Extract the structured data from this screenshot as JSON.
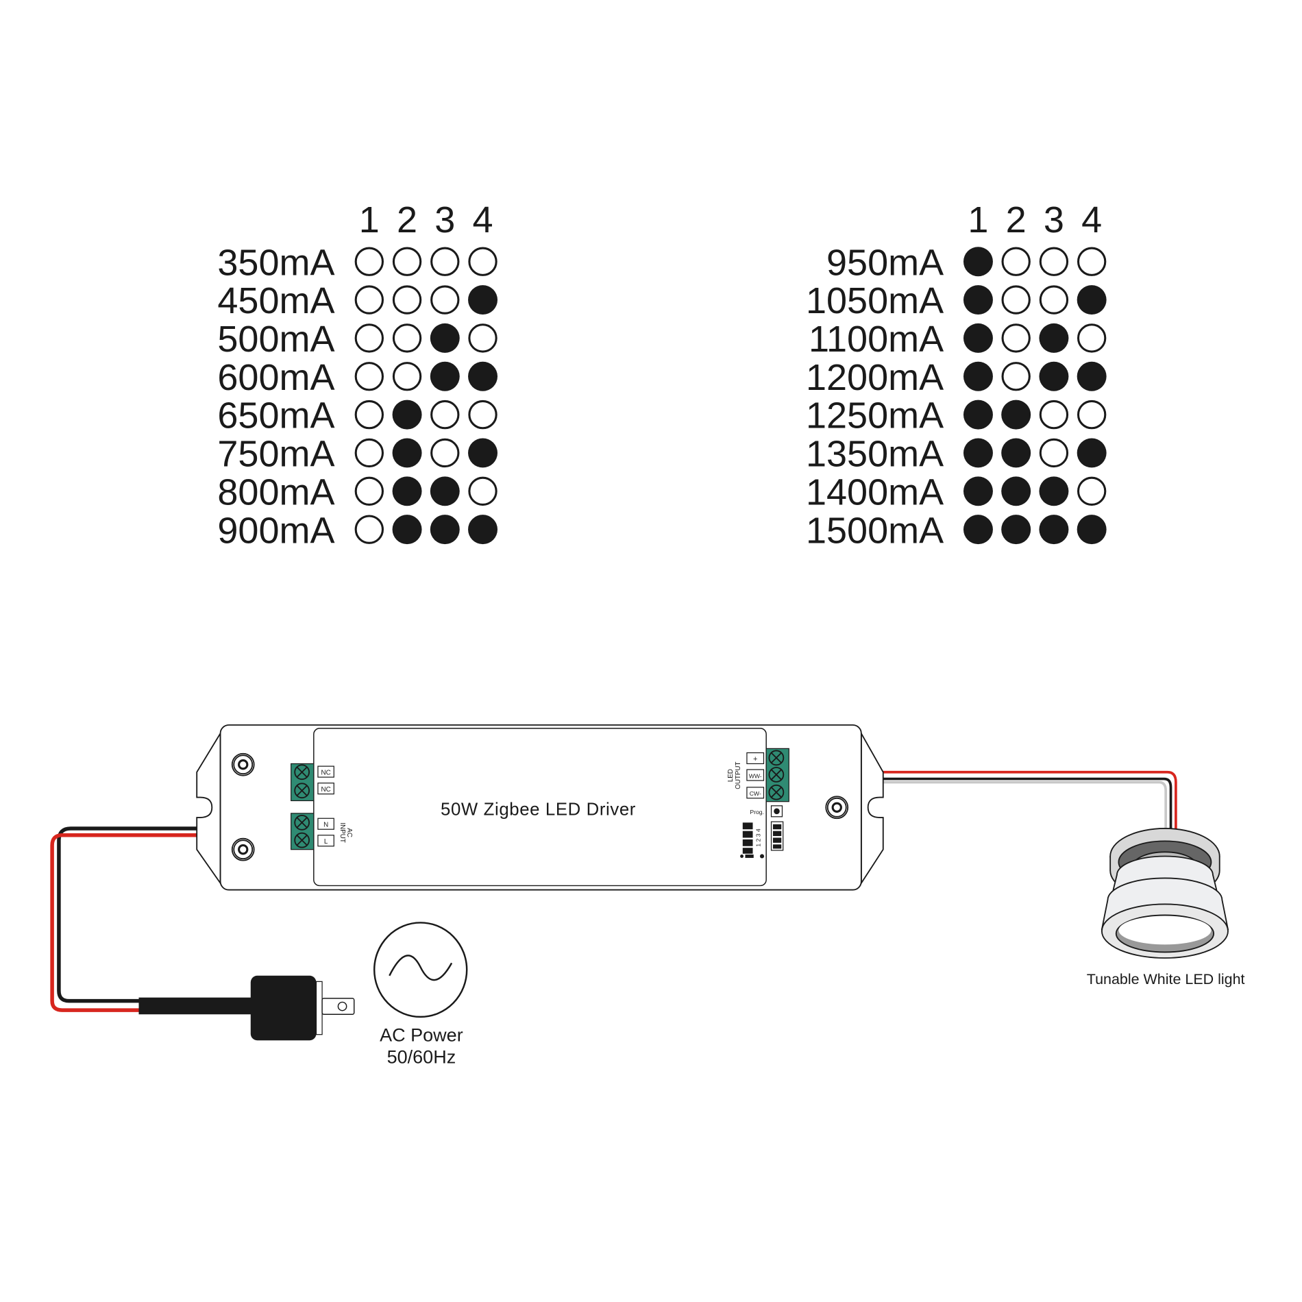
{
  "tables": [
    {
      "headers": [
        "1",
        "2",
        "3",
        "4"
      ],
      "rows": [
        {
          "label": "350mA",
          "pattern": [
            0,
            0,
            0,
            0
          ]
        },
        {
          "label": "450mA",
          "pattern": [
            0,
            0,
            0,
            1
          ]
        },
        {
          "label": "500mA",
          "pattern": [
            0,
            0,
            1,
            0
          ]
        },
        {
          "label": "600mA",
          "pattern": [
            0,
            0,
            1,
            1
          ]
        },
        {
          "label": "650mA",
          "pattern": [
            0,
            1,
            0,
            0
          ]
        },
        {
          "label": "750mA",
          "pattern": [
            0,
            1,
            0,
            1
          ]
        },
        {
          "label": "800mA",
          "pattern": [
            0,
            1,
            1,
            0
          ]
        },
        {
          "label": "900mA",
          "pattern": [
            0,
            1,
            1,
            1
          ]
        }
      ]
    },
    {
      "headers": [
        "1",
        "2",
        "3",
        "4"
      ],
      "rows": [
        {
          "label": "950mA",
          "pattern": [
            1,
            0,
            0,
            0
          ]
        },
        {
          "label": "1050mA",
          "pattern": [
            1,
            0,
            0,
            1
          ]
        },
        {
          "label": "1100mA",
          "pattern": [
            1,
            0,
            1,
            0
          ]
        },
        {
          "label": "1200mA",
          "pattern": [
            1,
            0,
            1,
            1
          ]
        },
        {
          "label": "1250mA",
          "pattern": [
            1,
            1,
            0,
            0
          ]
        },
        {
          "label": "1350mA",
          "pattern": [
            1,
            1,
            0,
            1
          ]
        },
        {
          "label": "1400mA",
          "pattern": [
            1,
            1,
            1,
            0
          ]
        },
        {
          "label": "1500mA",
          "pattern": [
            1,
            1,
            1,
            1
          ]
        }
      ]
    }
  ],
  "driver": {
    "title": "50W Zigbee LED Driver",
    "nc1": "NC",
    "nc2": "NC",
    "n": "N",
    "l": "L",
    "ac_input_1": "AC",
    "ac_input_2": "INPUT",
    "led_output_1": "LED",
    "led_output_2": "OUTPUT",
    "plus": "+",
    "ww": "WW-",
    "cw": "CW-",
    "prog": "Prog.",
    "dip_numbers": "1 2 3 4"
  },
  "power": {
    "line1": "AC Power",
    "line2": "50/60Hz"
  },
  "light": {
    "label": "Tunable White LED light"
  },
  "colors": {
    "terminal": "#2f8b73",
    "red_wire": "#d7261e",
    "black_wire": "#1a1a1a",
    "gray_wire": "#c8c8c8"
  }
}
